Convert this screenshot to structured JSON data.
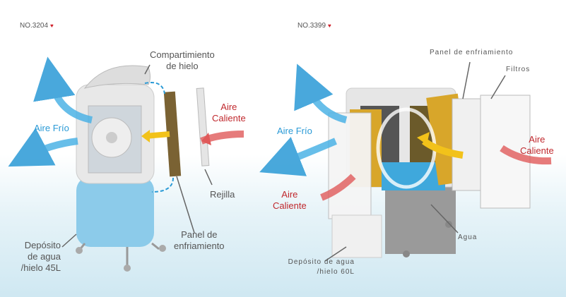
{
  "left_product": {
    "model": "NO.3204",
    "labels": {
      "ice_compartment": [
        "Compartimiento",
        "de hielo"
      ],
      "hot_air": [
        "Aire",
        "Caliente"
      ],
      "cold_air": "Aire Frío",
      "grille": "Rejilla",
      "cooling_panel": [
        "Panel de",
        "enfriamiento"
      ],
      "tank": [
        "Depósito",
        "de agua",
        "/hielo 45L"
      ]
    }
  },
  "right_product": {
    "model": "NO.3399",
    "labels": {
      "cooling_panel": "Panel de enfriamiento",
      "filters": "Filtros",
      "cold_air": "Aire Frío",
      "hot_air_right": [
        "Aire",
        "Caliente"
      ],
      "hot_air_left": [
        "Aire",
        "Caliente"
      ],
      "water": "Agua",
      "tank": [
        "Depósito de agua",
        "/hielo 60L"
      ]
    }
  },
  "colors": {
    "hot": "#c0282d",
    "cold": "#2a9ad6",
    "airflow": "#f2c21a",
    "tank": "#8ccbea"
  }
}
